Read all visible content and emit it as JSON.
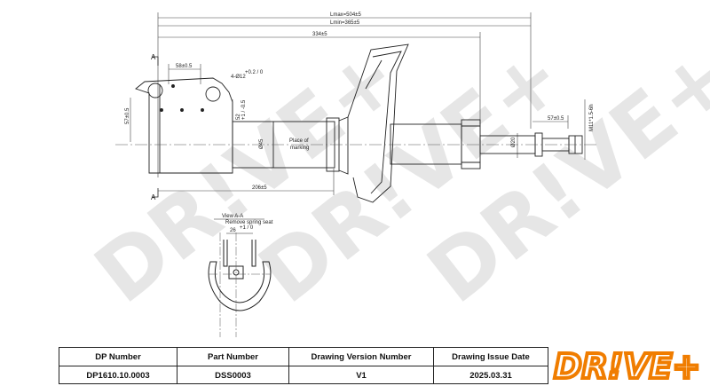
{
  "watermark": {
    "text": "DR!VE+"
  },
  "dimensions": {
    "lmax": "Lmax=504±5",
    "lmin": "Lmin=365±5",
    "d334": "334±5",
    "d58": "58±0.5",
    "d4holes": "4-Ø12",
    "d4holes_tol": "+0.2 / 0",
    "d57": "57±0.5",
    "d52": "52",
    "d52_tol": "+1 / -0.5",
    "d45": "Ø45",
    "place_marking_1": "Place of",
    "place_marking_2": "marking",
    "d206": "206±5",
    "d20": "Ø20",
    "d57b": "57±0.5",
    "thread": "M11*1.5-6h",
    "d26": "26",
    "d26_tol": "+1 / 0",
    "section_a": "A"
  },
  "view_aa": {
    "line1": "View A-A",
    "line2": "Remove spring seat"
  },
  "title_block": {
    "headers": [
      "DP Number",
      "Part Number",
      "Drawing Version Number",
      "Drawing Issue Date"
    ],
    "values": [
      "DP1610.10.0003",
      "DSS0003",
      "V1",
      "2025.03.31"
    ]
  },
  "logo": {
    "text": "DR!VE+",
    "color": "#f07d00"
  }
}
